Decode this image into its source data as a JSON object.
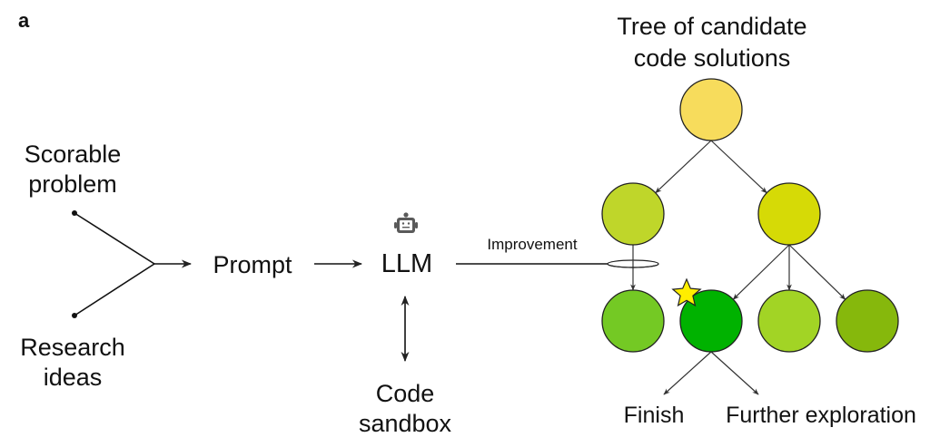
{
  "panel_label": "a",
  "inputs": {
    "scorable_problem": [
      "Scorable",
      "problem"
    ],
    "research_ideas": [
      "Research",
      "ideas"
    ]
  },
  "pipeline": {
    "prompt": "Prompt",
    "llm": "LLM",
    "llm_icon": "robot-icon",
    "code_sandbox": [
      "Code",
      "sandbox"
    ],
    "improvement": "Improvement"
  },
  "tree": {
    "title": [
      "Tree of candidate",
      "code solutions"
    ],
    "nodes": [
      {
        "id": "root",
        "level": 0,
        "color": "#f7dc5c"
      },
      {
        "id": "l1-left",
        "level": 1,
        "parent": "root",
        "color": "#bfd62a"
      },
      {
        "id": "l1-right",
        "level": 1,
        "parent": "root",
        "color": "#d6da06"
      },
      {
        "id": "l2-a",
        "level": 2,
        "parent": "l1-left",
        "color": "#74c924"
      },
      {
        "id": "l2-b",
        "level": 2,
        "parent": "l1-right",
        "color": "#00b200",
        "best": true
      },
      {
        "id": "l2-c",
        "level": 2,
        "parent": "l1-right",
        "color": "#a2d425"
      },
      {
        "id": "l2-d",
        "level": 2,
        "parent": "l1-right",
        "color": "#86b80c"
      }
    ],
    "best_marker": {
      "icon": "star-icon",
      "color": "#ffee00"
    },
    "outcomes": {
      "finish": "Finish",
      "further": "Further exploration"
    }
  }
}
